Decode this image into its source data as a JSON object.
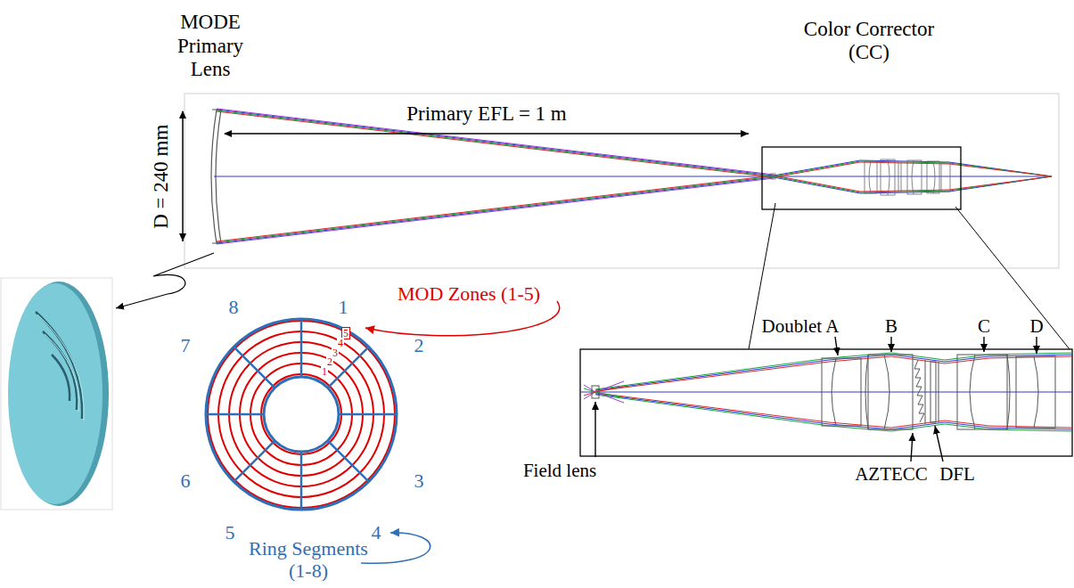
{
  "diagram": {
    "labels": [
      "MODE Primary Lens",
      "D = 240 mm",
      "Primary EFL = 1 m",
      "Color Corrector (CC)",
      "Doublet A",
      "B",
      "C",
      "D",
      "Field lens",
      "AZTECC",
      "DFL",
      "1",
      "2",
      "3",
      "4",
      "5",
      "6",
      "7",
      "8",
      "MOD Zones (1-5)",
      "5",
      "4",
      "3",
      "2",
      "1",
      "Ring Segments (1-8)"
    ]
  }
}
